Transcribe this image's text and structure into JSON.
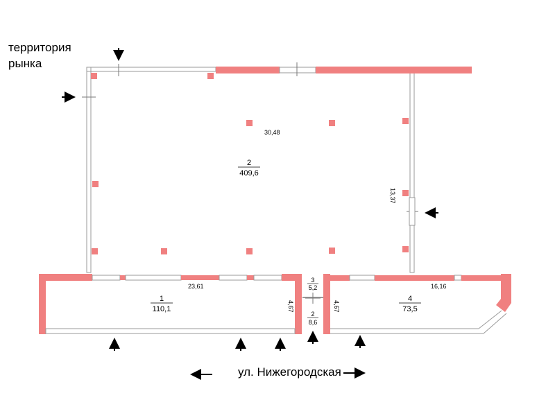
{
  "labels": {
    "territory_line1": "территория",
    "territory_line2": "рынка",
    "street": "ул. Нижегородская"
  },
  "rooms": [
    {
      "number": "2",
      "area": "409,6"
    },
    {
      "number": "1",
      "area": "110,1"
    },
    {
      "number": "3",
      "area": "5,2"
    },
    {
      "number": "2",
      "area": "8,6"
    },
    {
      "number": "4",
      "area": "73,5"
    }
  ],
  "dimensions": {
    "hall_width": "30,48",
    "hall_depth": "13,37",
    "room1_width": "23,61",
    "room1_depth": "4,67",
    "room4_depth": "4,67",
    "room4_width": "16,16"
  },
  "colors": {
    "wall": "#f08080",
    "line": "#9a9a9a",
    "arrow": "#000000"
  },
  "icons": {
    "entrance": "arrow-icon",
    "direction": "long-arrow-icon"
  }
}
